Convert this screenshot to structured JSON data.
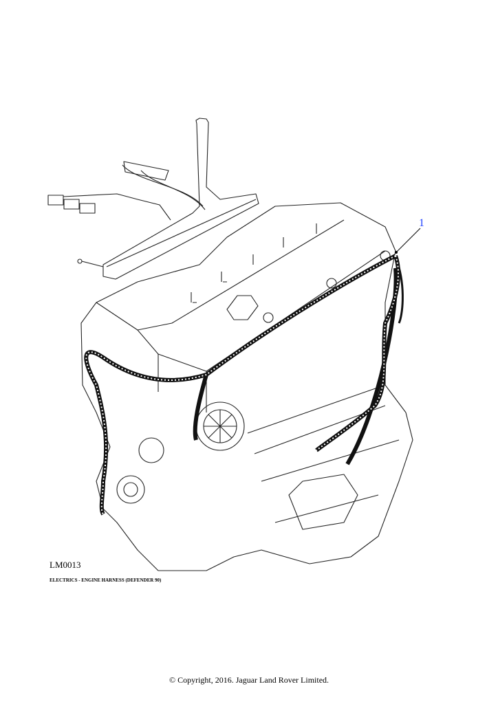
{
  "diagram": {
    "callouts": [
      {
        "label": "1"
      }
    ],
    "illustration_code": "LM0013",
    "caption": "ELECTRICS - ENGINE HARNESS (DEFENDER 90)"
  },
  "footer": {
    "copyright": "© Copyright, 2016. Jaguar Land Rover Limited."
  }
}
